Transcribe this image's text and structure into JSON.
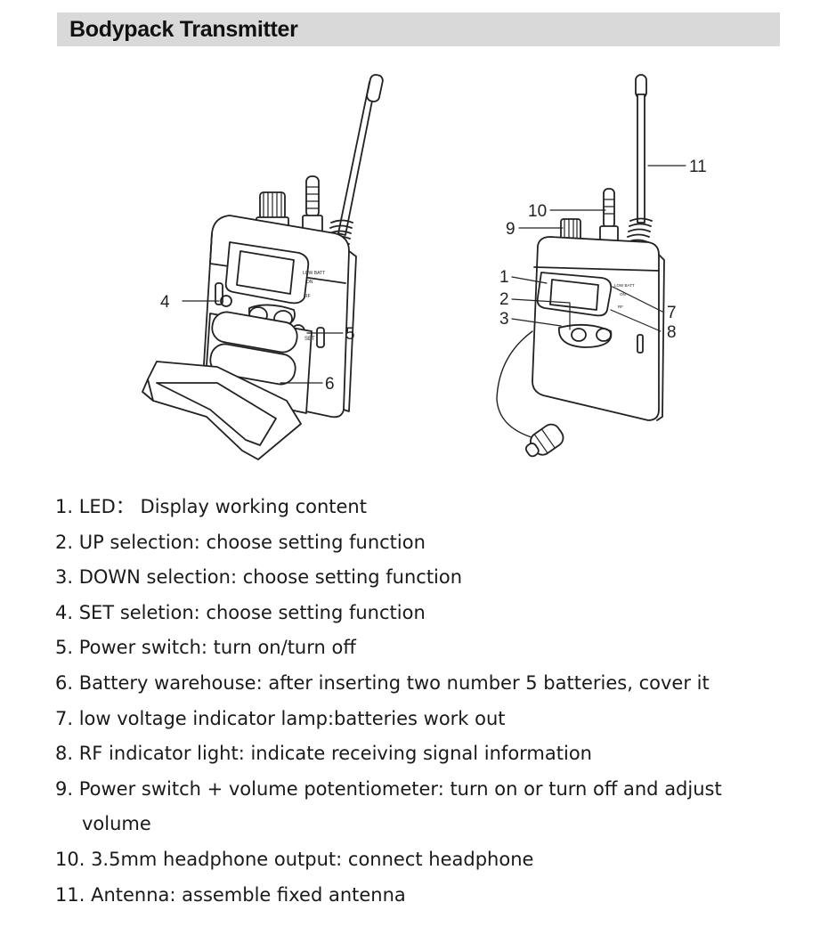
{
  "header": {
    "title": "Bodypack Transmitter"
  },
  "callouts": [
    "1",
    "2",
    "3",
    "4",
    "5",
    "6",
    "7",
    "8",
    "9",
    "10",
    "11"
  ],
  "device_labels": {
    "low_batt": "LOW BATT",
    "on": "ON",
    "rf": "RF",
    "set": "SET"
  },
  "items": [
    {
      "text": "1. LED：  Display working content"
    },
    {
      "text": "2. UP selection: choose setting function"
    },
    {
      "text": "3. DOWN selection: choose setting function"
    },
    {
      "text": "4. SET seletion: choose setting function"
    },
    {
      "text": "5. Power switch: turn on/turn off"
    },
    {
      "text": "6. Battery warehouse: after inserting two number 5 batteries, cover it"
    },
    {
      "text": "7. low voltage indicator lamp:batteries work out"
    },
    {
      "text": "8. RF indicator light: indicate receiving signal information"
    },
    {
      "text": "9. Power switch + volume potentiometer: turn on or turn off and adjust",
      "cont": "volume"
    },
    {
      "text": "10. 3.5mm headphone output: connect headphone"
    },
    {
      "text": "11. Antenna: assemble fixed antenna"
    }
  ]
}
